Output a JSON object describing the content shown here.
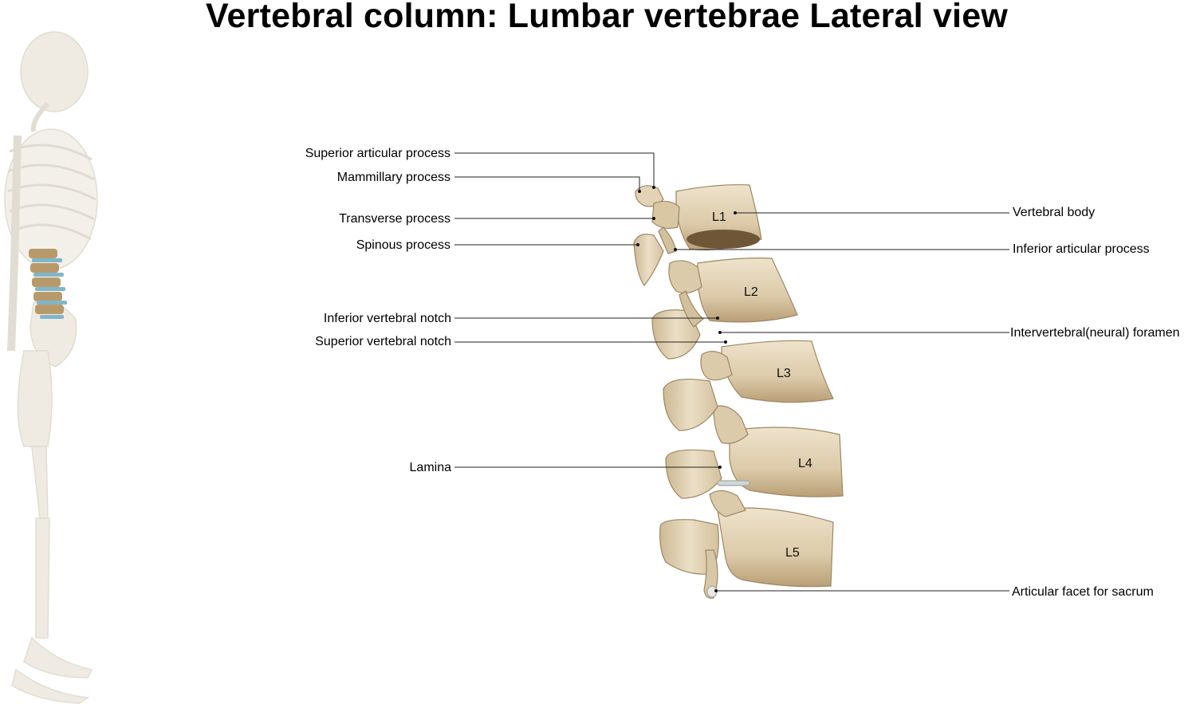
{
  "title": "Vertebral column: Lumbar vertebrae Lateral view",
  "colors": {
    "bone": "#e2d3b6",
    "bone_shade": "#c4ad86",
    "bone_dark": "#8f7a58",
    "leader_line": "#222222",
    "skeleton_ghost": "#f0ede6",
    "disc_highlight": "#7fb6c9",
    "text": "#000000"
  },
  "vertebrae": [
    "L1",
    "L2",
    "L3",
    "L4",
    "L5"
  ],
  "labels_left": [
    "Superior articular process",
    "Mammillary process",
    "Transverse process",
    "Spinous process",
    "Inferior vertebral notch",
    "Superior vertebral notch",
    "Lamina"
  ],
  "labels_right": [
    "Vertebral body",
    "Inferior articular process",
    "Intervertebral(neural) foramen",
    "Articular facet for sacrum"
  ]
}
